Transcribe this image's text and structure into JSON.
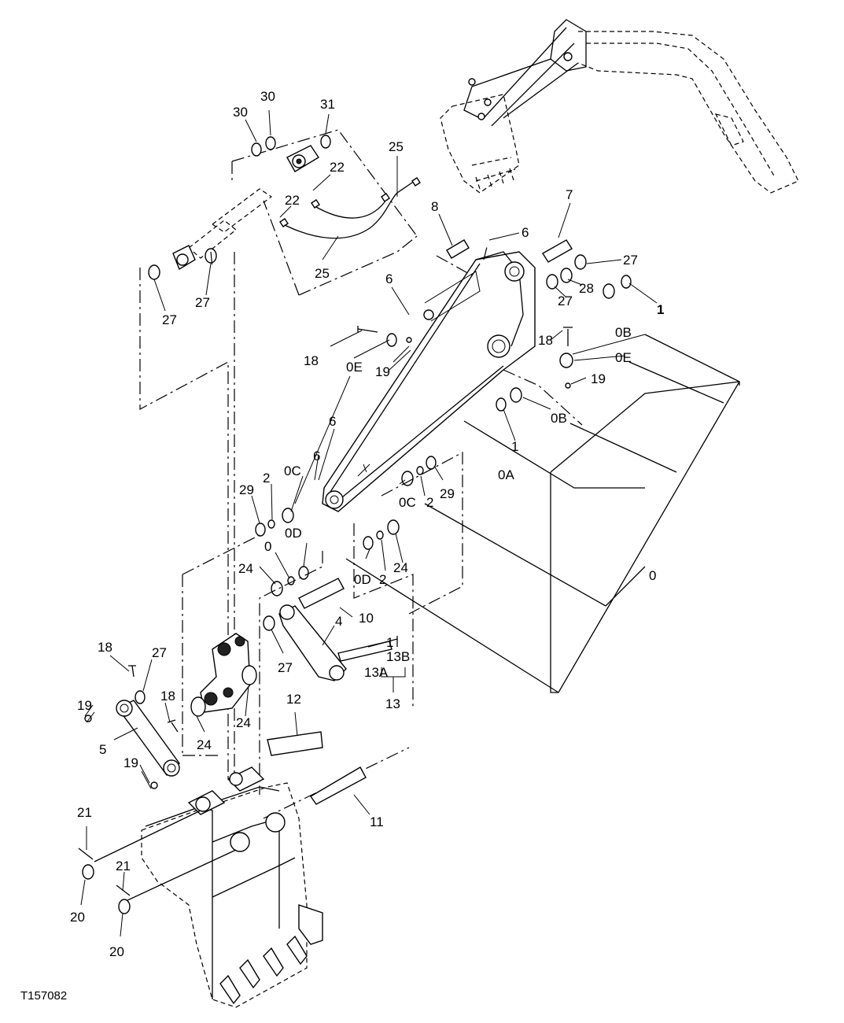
{
  "callouts": {
    "c30a": "30",
    "c30b": "30",
    "c31": "31",
    "c25a": "25",
    "c22a": "22",
    "c22b": "22",
    "c25b": "25",
    "c27a": "27",
    "c27b": "27",
    "c8": "8",
    "c6a": "6",
    "c7": "7",
    "c27c": "27",
    "c28": "28",
    "c27d": "27",
    "c1a": "1",
    "c6b": "6",
    "c18a": "18",
    "c0Ea": "0E",
    "c19a": "19",
    "c18b": "18",
    "c0Ba": "0B",
    "c0Eb": "0E",
    "c19b": "19",
    "c0Bb": "0B",
    "c1b": "1",
    "c6c": "6",
    "c6d": "6",
    "c0Ca": "0C",
    "c2a": "2",
    "c29a": "29",
    "c0A": "0A",
    "c29b": "29",
    "c0Cb": "0C",
    "c2b": "2",
    "c0Da": "0D",
    "c0a": "0",
    "c24a": "24",
    "c0Db": "0D",
    "c2c": "2",
    "c24b": "24",
    "c0b": "0",
    "c10": "10",
    "c4": "4",
    "c18c": "18",
    "c27e": "27",
    "c27f": "27",
    "c13B": "13B",
    "c13A": "13A",
    "c13": "13",
    "c1c": "1",
    "c19c": "19",
    "c18d": "18",
    "c24c": "24",
    "c24d": "24",
    "c5": "5",
    "c12": "12",
    "c19d": "19",
    "c11": "11",
    "c21a": "21",
    "c21b": "21",
    "c20a": "20",
    "c20b": "20"
  },
  "figure_id": "T157082"
}
